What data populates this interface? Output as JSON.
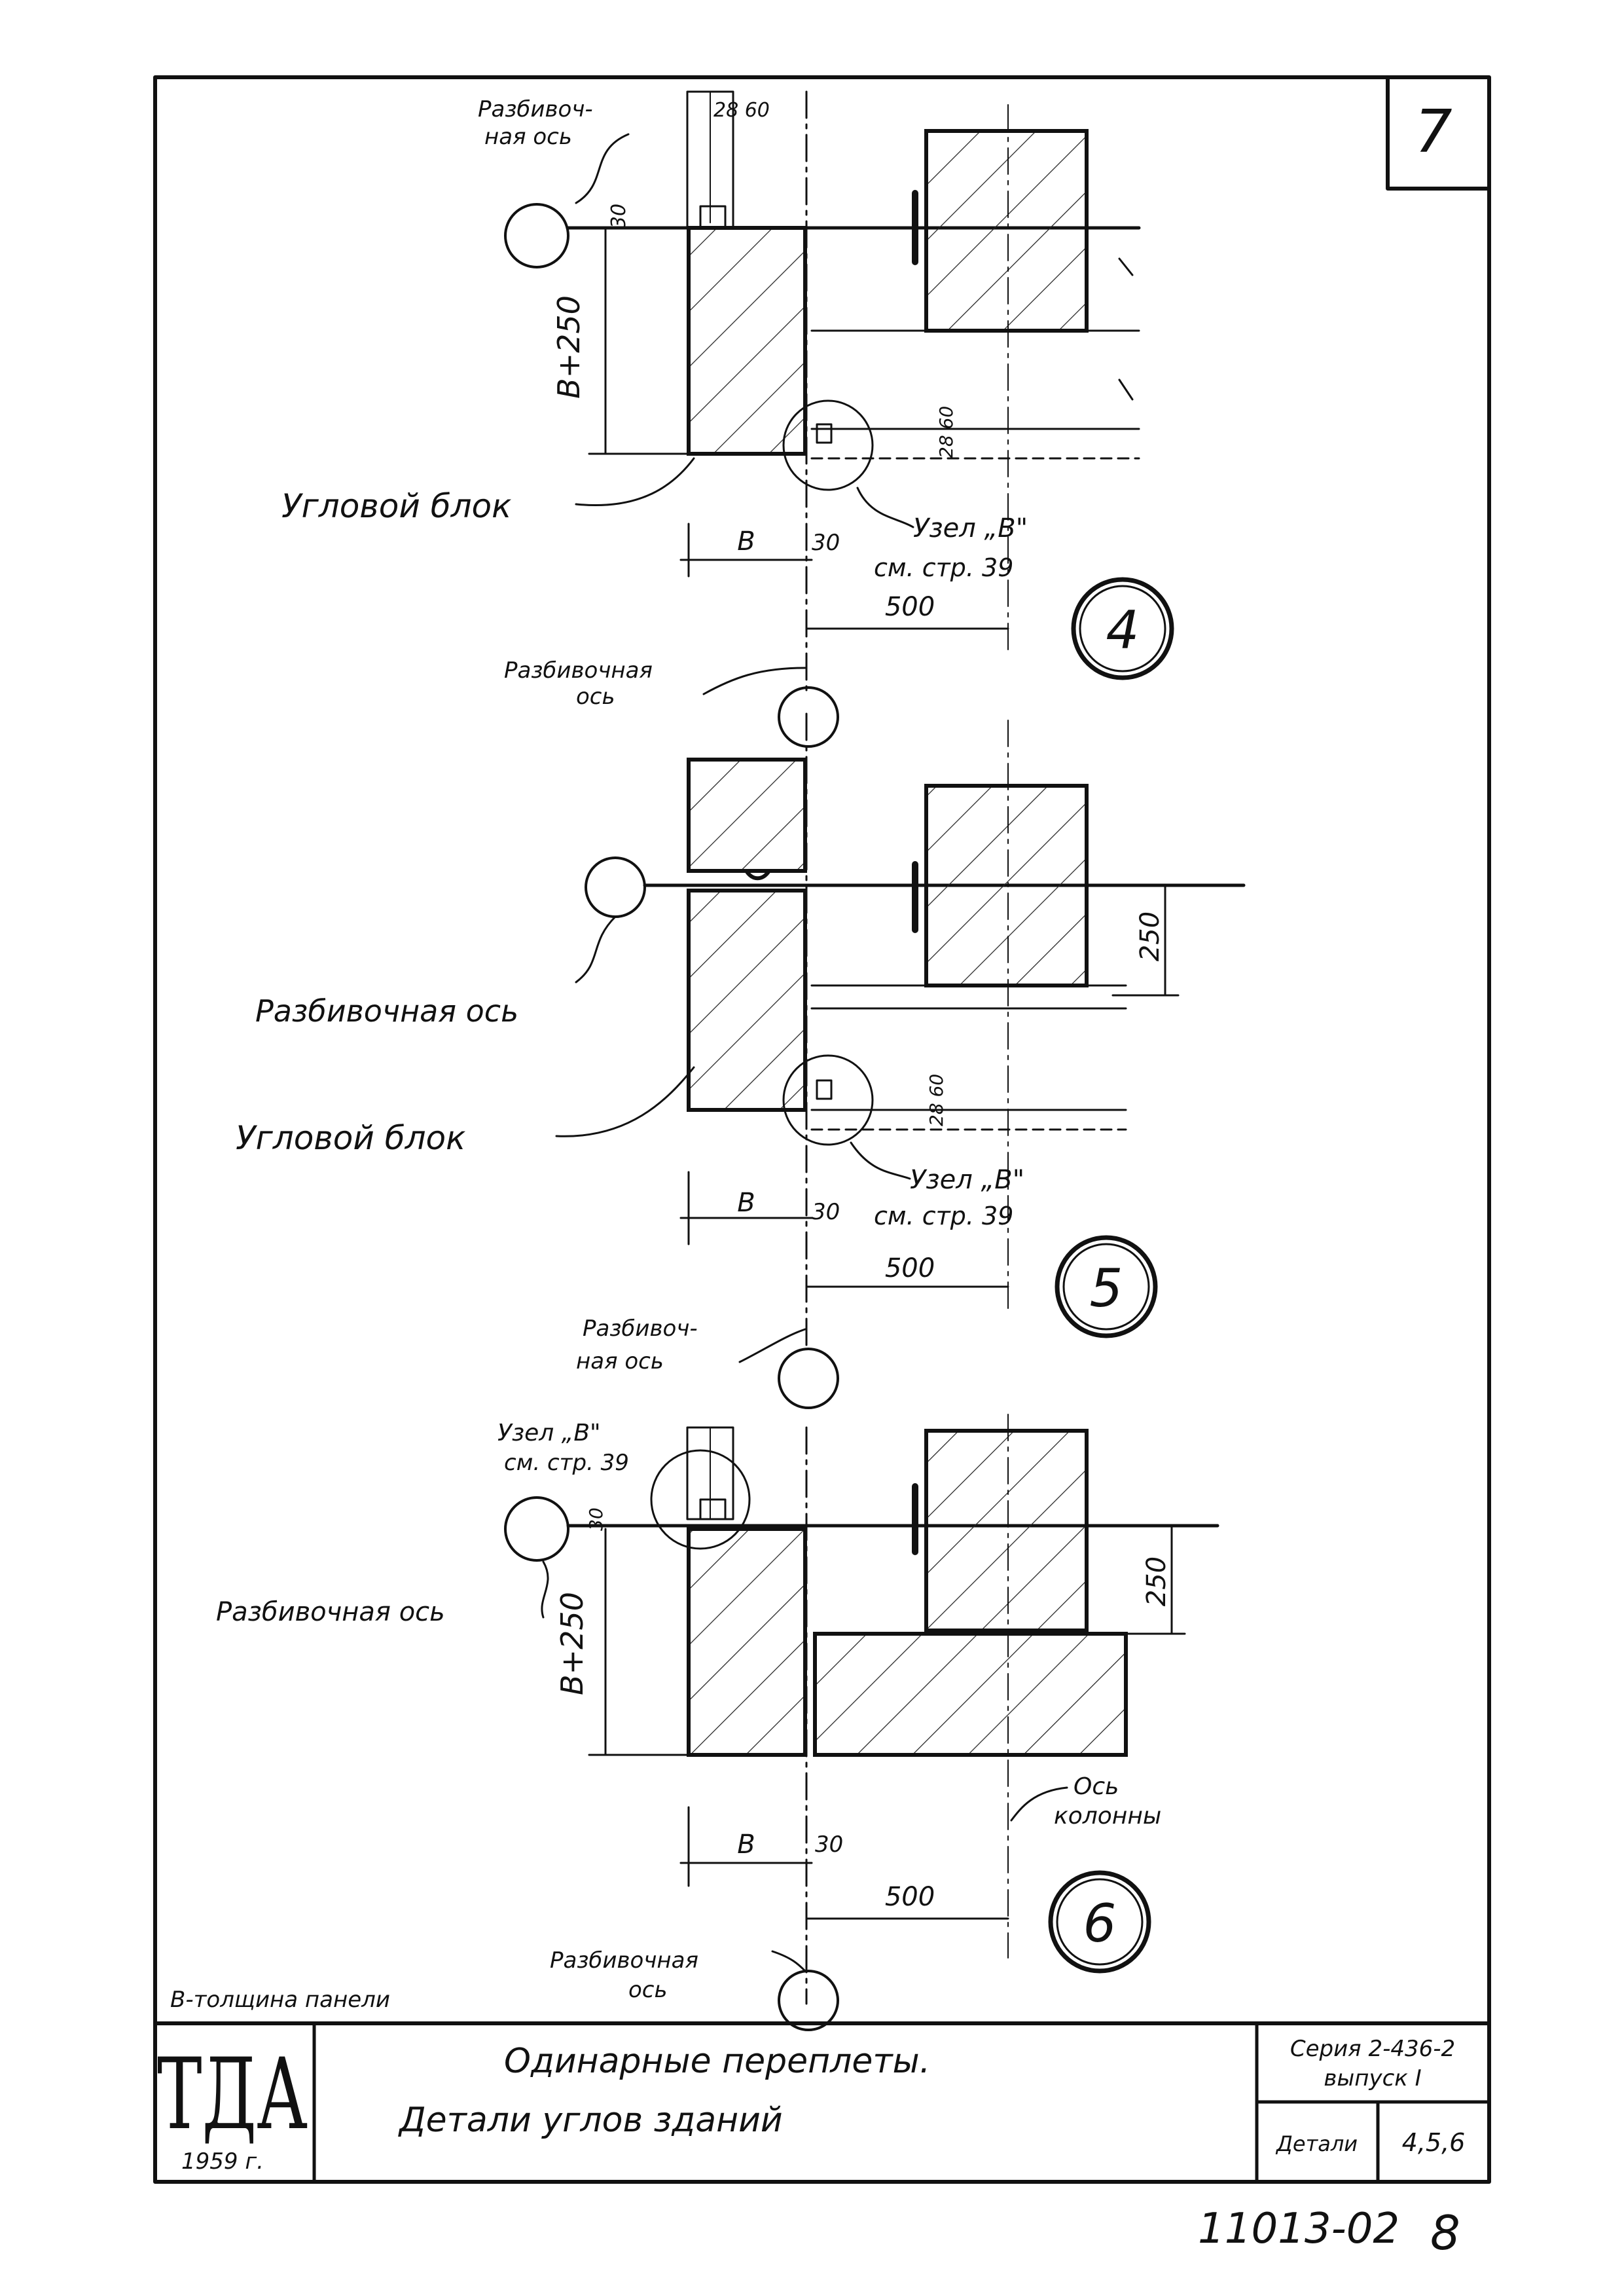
{
  "sheet": {
    "page_number_box": "7",
    "footer_code": "11013-02",
    "footer_page": "8",
    "note": "В-толщина панели"
  },
  "title_block": {
    "logo": "ТДА",
    "year": "1959 г.",
    "title_line1": "Одинарные   переплеты.",
    "title_line2": "Детали   углов   зданий",
    "series_line1": "Серия 2-436-2",
    "series_line2": "выпуск I",
    "details_label": "Детали",
    "details_value": "4,5,6"
  },
  "detail4": {
    "number": "4",
    "axis_label_top_1": "Разбивоч-",
    "axis_label_top_2": "ная ось",
    "dim_top": "28 60",
    "dim_30_vertical": "30",
    "dim_height": "B+250",
    "dim_b": "B",
    "dim_30": "30",
    "dim_500": "500",
    "dim_small": "28 60",
    "corner_block": "Угловой блок",
    "node_label": "Узел „В\"",
    "node_ref": "см. стр. 39",
    "axis_label_bottom_1": "Разбивочная",
    "axis_label_bottom_2": "ось"
  },
  "detail5": {
    "number": "5",
    "axis_label_left": "Разбивочная ось",
    "dim_250": "250",
    "dim_small": "28 60",
    "corner_block": "Угловой блок",
    "node_label": "Узел „В\"",
    "node_ref": "см. стр. 39",
    "dim_b": "B",
    "dim_30": "30",
    "dim_500": "500",
    "axis_label_bottom_1": "Разбивоч-",
    "axis_label_bottom_2": "ная ось"
  },
  "detail6": {
    "number": "6",
    "node_label": "Узел „В\"",
    "node_ref": "см. стр. 39",
    "dim_30_vertical": "30",
    "axis_label_left": "Разбивочная ось",
    "dim_height": "B+250",
    "dim_250": "250",
    "column_axis_1": "Ось",
    "column_axis_2": "колонны",
    "dim_b": "B",
    "dim_30": "30",
    "dim_500": "500",
    "axis_label_bottom_1": "Разбивочная",
    "axis_label_bottom_2": "ось"
  },
  "colors": {
    "ink": "#111111",
    "paper": "#ffffff"
  }
}
